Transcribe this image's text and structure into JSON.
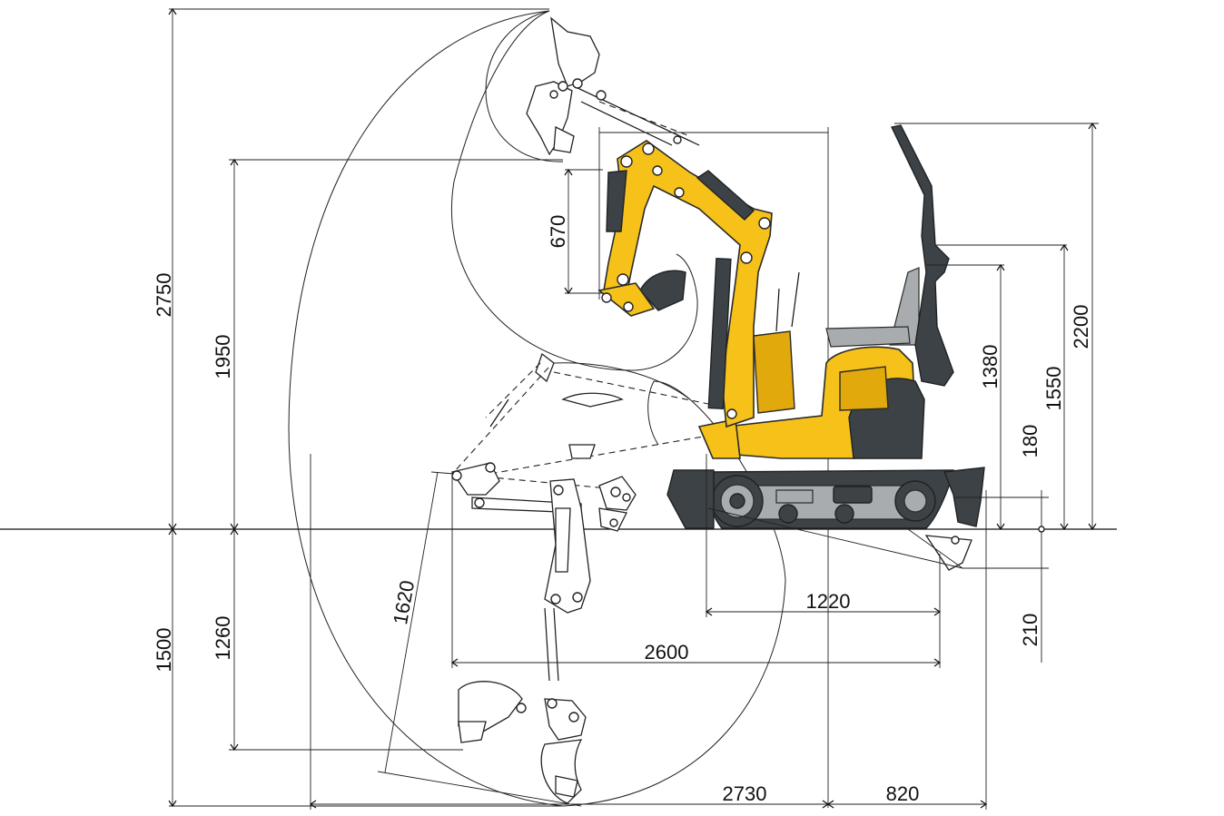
{
  "diagram": {
    "dimensions": {
      "max_height": "2750",
      "max_dump_height": "1950",
      "max_dig_depth": "1500",
      "max_vertical_dig_depth": "1260",
      "vertical_wall_depth": "1620",
      "dipper_arm_dim": "670",
      "max_reach_ground": "2730",
      "rear_radius": "820",
      "digging_reach": "2600",
      "min_swing_radius": "1220",
      "overall_height": "2200",
      "rops_height": "1550",
      "seat_height": "1380",
      "blade_lift": "180",
      "blade_depth": "210"
    },
    "colors": {
      "machine_yellow": "#f6c21a",
      "machine_dark": "#3d4246",
      "line": "#111111"
    }
  }
}
